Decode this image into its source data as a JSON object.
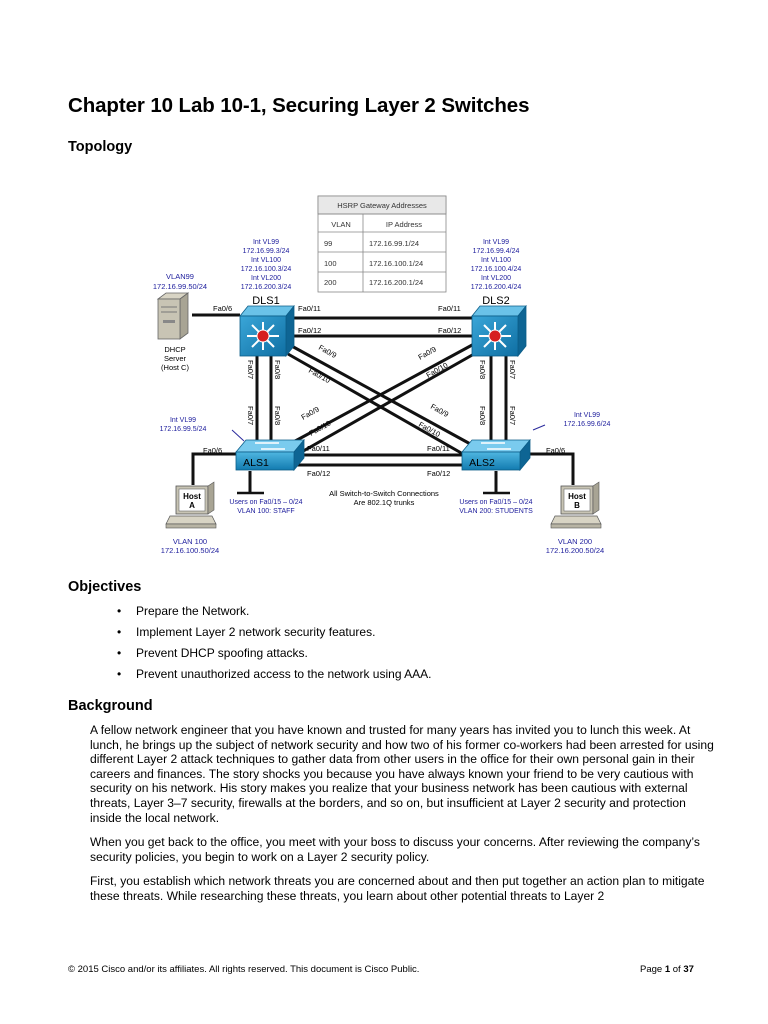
{
  "document": {
    "title": "Chapter 10 Lab 10-1, Securing Layer 2 Switches",
    "topology_heading": "Topology"
  },
  "diagram": {
    "hsrp_table": {
      "title": "HSRP Gateway Addresses",
      "headers": [
        "VLAN",
        "IP Address"
      ],
      "rows": [
        [
          "99",
          "172.16.99.1/24"
        ],
        [
          "100",
          "172.16.100.1/24"
        ],
        [
          "200",
          "172.16.200.1/24"
        ]
      ]
    },
    "dls1": {
      "name": "DLS1",
      "info": [
        "Int VL99",
        "172.16.99.3/24",
        "Int VL100",
        "172.16.100.3/24",
        "Int VL200",
        "172.16.200.3/24"
      ]
    },
    "dls2": {
      "name": "DLS2",
      "info": [
        "Int VL99",
        "172.16.99.4/24",
        "Int VL100",
        "172.16.100.4/24",
        "Int VL200",
        "172.16.200.4/24"
      ]
    },
    "als1": {
      "name": "ALS1",
      "info": [
        "Int VL99",
        "172.16.99.5/24"
      ]
    },
    "als2": {
      "name": "ALS2",
      "info": [
        "Int VL99",
        "172.16.99.6/24"
      ]
    },
    "server": {
      "vlan": [
        "VLAN99",
        "172.16.99.50/24"
      ],
      "label": [
        "DHCP",
        "Server",
        "(Host C)"
      ]
    },
    "host_a": {
      "name": [
        "Host",
        "A"
      ],
      "vlan": [
        "VLAN 100",
        "172.16.100.50/24"
      ]
    },
    "host_b": {
      "name": [
        "Host",
        "B"
      ],
      "vlan": [
        "VLAN 200",
        "172.16.200.50/24"
      ]
    },
    "als1_users": [
      "Users on Fa0/15 – 0/24",
      "VLAN 100: STAFF"
    ],
    "als2_users": [
      "Users on Fa0/15 – 0/24",
      "VLAN 200: STUDENTS"
    ],
    "trunk_note": [
      "All Switch-to-Switch Connections",
      "Are 802.1Q trunks"
    ],
    "ports": {
      "fa06": "Fa0/6",
      "fa07": "Fa0/7",
      "fa08": "Fa0/8",
      "fa09": "Fa0/9",
      "fa010": "Fa0/10",
      "fa011": "Fa0/11",
      "fa012": "Fa0/12"
    },
    "colors": {
      "device_blue": "#1a8ac0",
      "link": "#111111",
      "label_blue": "#1c1c9c"
    }
  },
  "objectives": {
    "heading": "Objectives",
    "bullet": "•",
    "items": [
      "Prepare the Network.",
      "Implement Layer 2 network security features.",
      "Prevent DHCP spoofing attacks.",
      "Prevent unauthorized access to the network using AAA."
    ]
  },
  "background": {
    "heading": "Background",
    "paragraphs": [
      "A fellow network engineer that you have known and trusted for many years has invited you to lunch this week. At lunch, he brings up the subject of network security and how two of his former co-workers had been arrested for using different Layer 2 attack techniques to gather data from other users in the office for their own personal gain in their careers and finances. The story shocks you because you have always known your friend to be very cautious with security on his network. His story makes you realize that your business network has been cautious with external threats, Layer 3–7 security, firewalls at the borders, and so on, but insufficient at Layer 2 security and protection inside the local network.",
      "When you get back to the office, you meet with your boss to discuss your concerns. After reviewing the company’s security policies, you begin to work on a Layer 2 security policy.",
      "First, you establish which network threats you are concerned about and then put together an action plan to mitigate these threats. While researching these threats, you learn about other potential threats to Layer 2"
    ]
  },
  "footer": {
    "copyright": "© 2015 Cisco and/or its affiliates. All rights reserved. This document is Cisco Public.",
    "page_word": "Page",
    "page_num": "1",
    "of_word": "of",
    "page_total": "37"
  }
}
